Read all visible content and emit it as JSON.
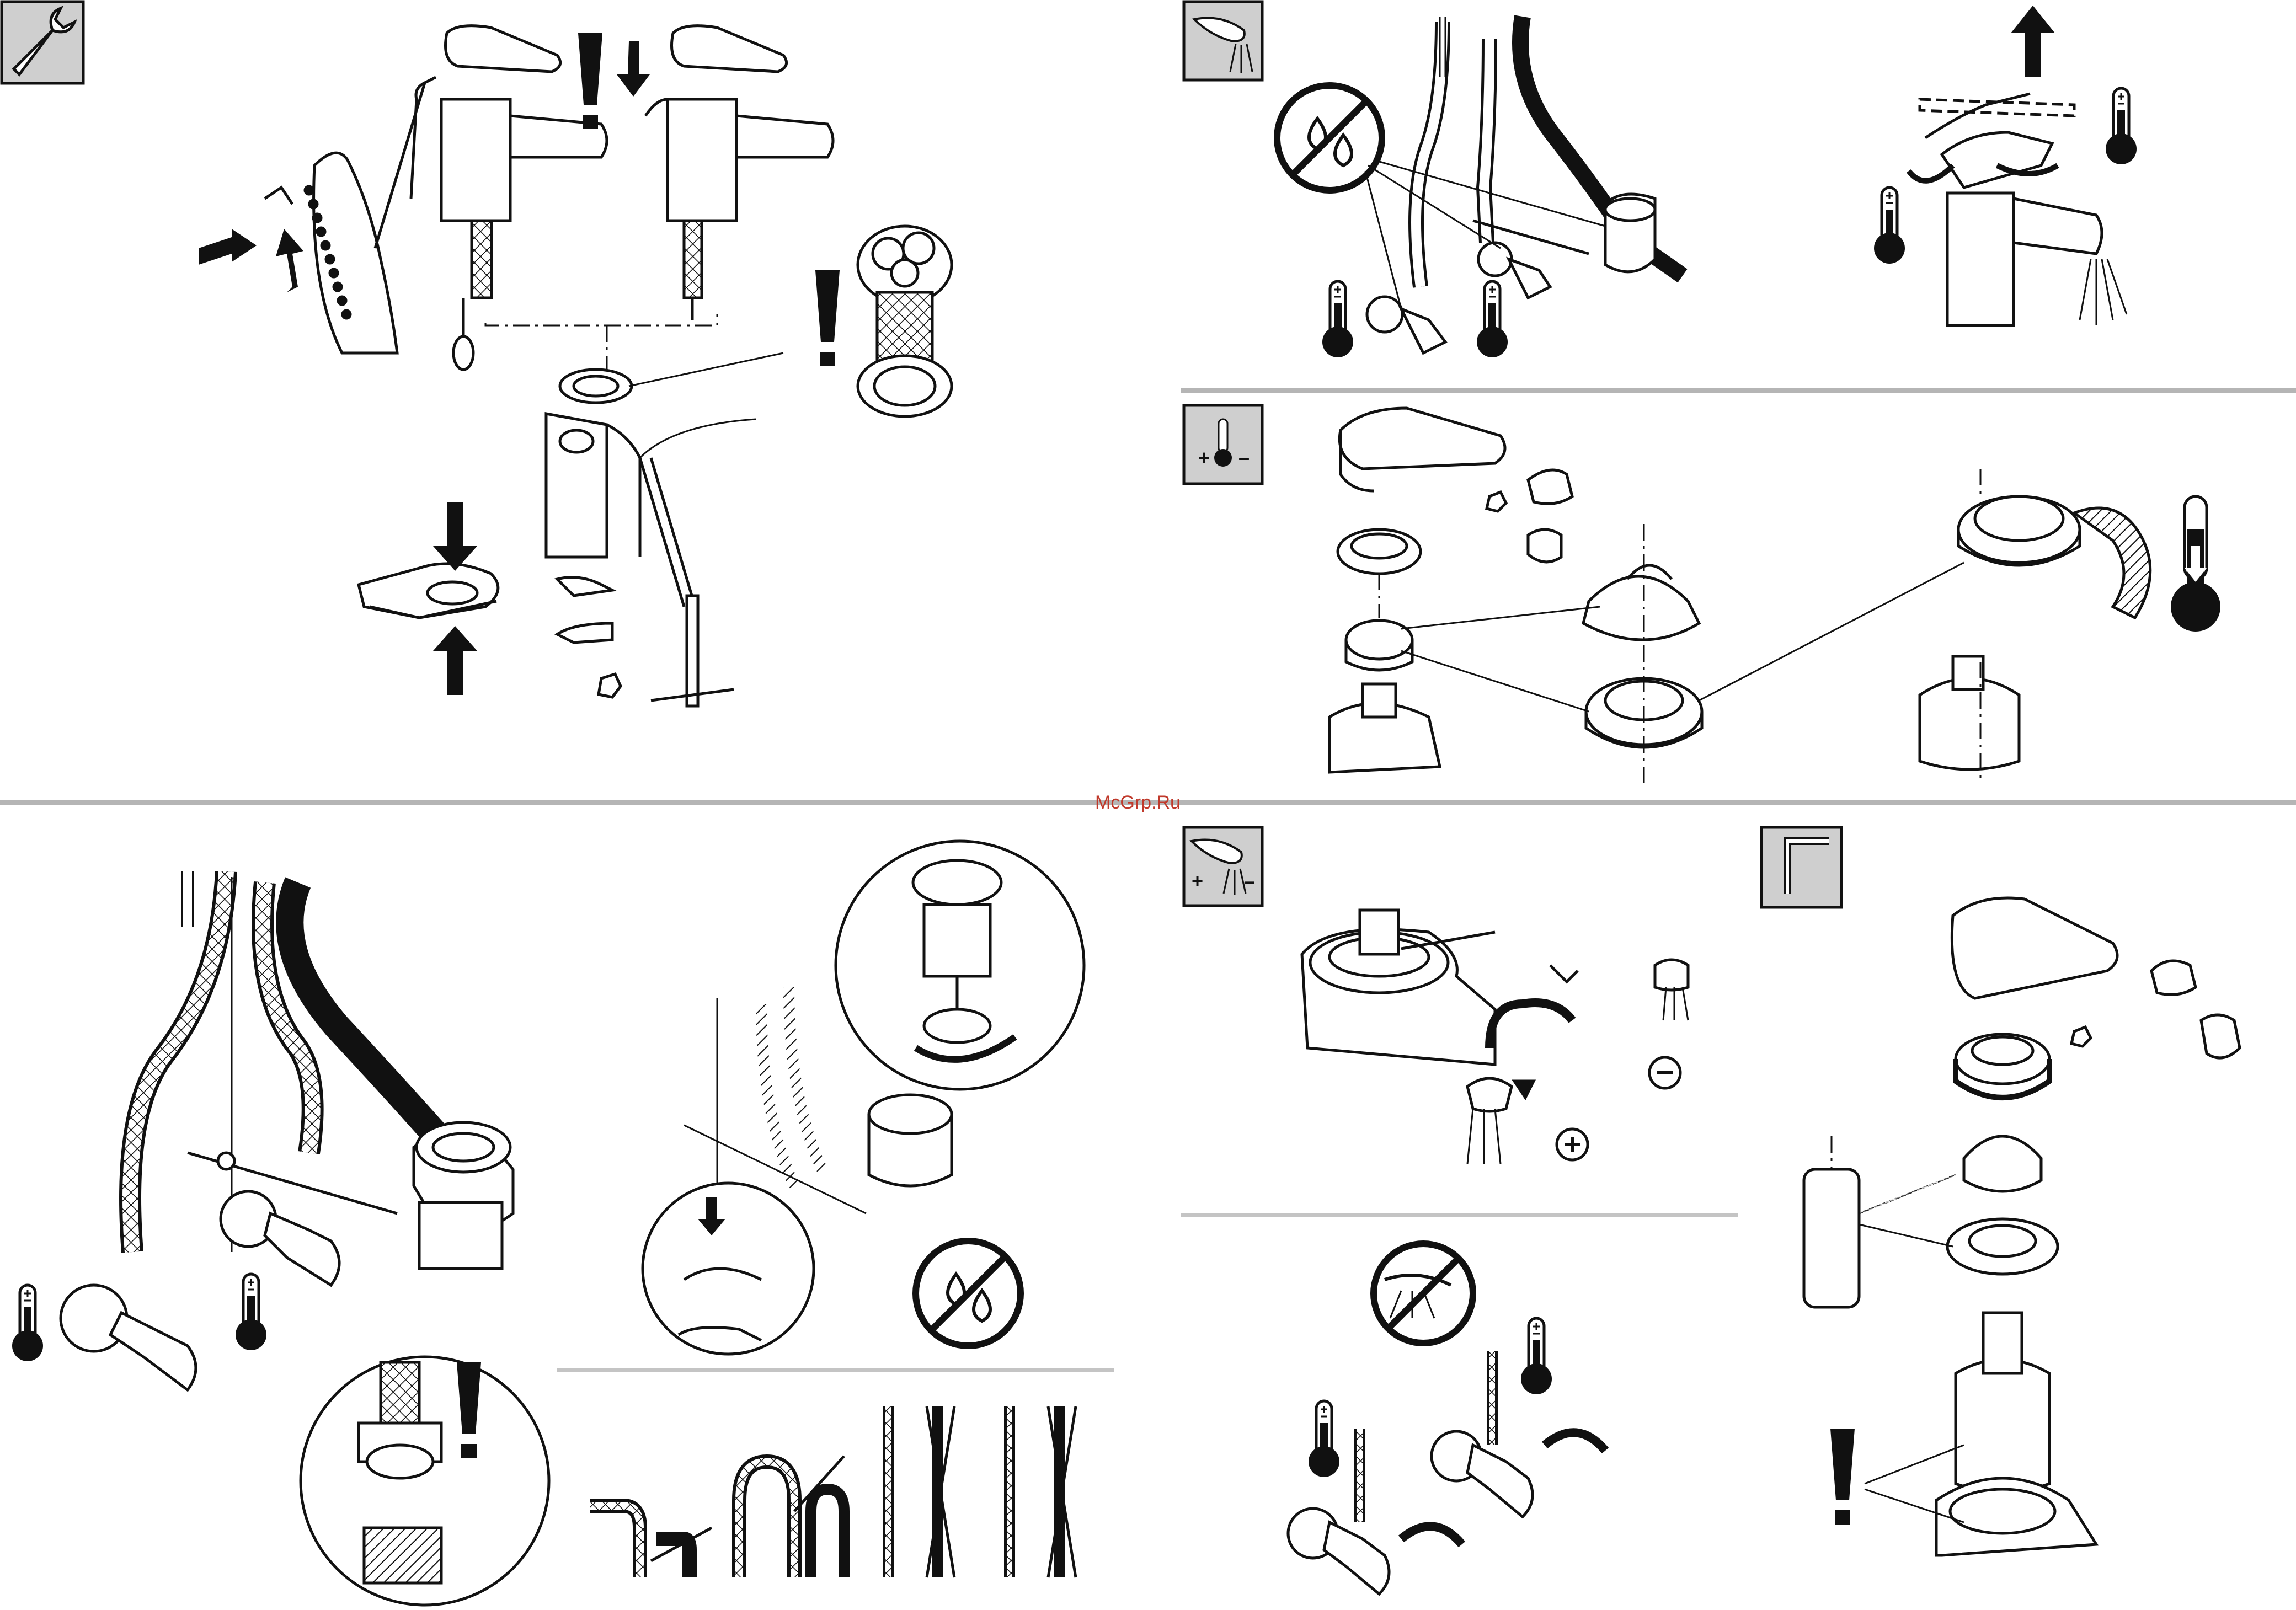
{
  "watermark": {
    "text": "McGrp.Ru"
  },
  "symbols": {
    "plus": "+",
    "minus": "–",
    "warning": "!"
  },
  "colors": {
    "line": "#111111",
    "pictogram_bg": "#cfcfcf",
    "divider": "#b5b5b5",
    "watermark": "#c0392b"
  },
  "panels": [
    {
      "id": "panel-installation",
      "pictogram": "wrench-icon"
    },
    {
      "id": "panel-flushing",
      "pictogram": "spray-icon"
    },
    {
      "id": "panel-temperature-limiter",
      "pictogram": "thermometer-plus-minus-icon"
    },
    {
      "id": "panel-connection",
      "pictogram": "none"
    },
    {
      "id": "panel-flow-adjustment",
      "pictogram": "spray-plus-minus-icon"
    },
    {
      "id": "panel-cartridge-replacement",
      "pictogram": "allen-key-icon"
    }
  ]
}
